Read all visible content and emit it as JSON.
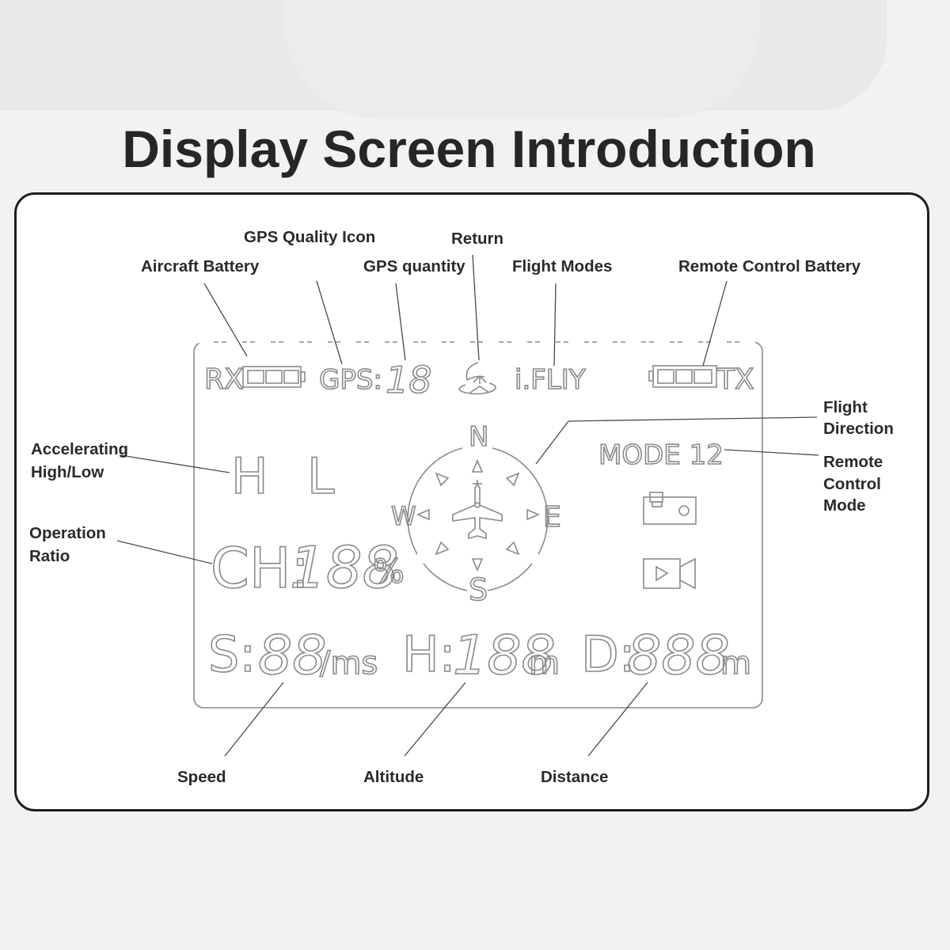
{
  "title": "Display Screen Introduction",
  "labels": {
    "gps_quality_icon": "GPS Quality Icon",
    "return": "Return",
    "aircraft_battery": "Aircraft Battery",
    "gps_quantity": "GPS quantity",
    "flight_modes": "Flight Modes",
    "remote_control_battery": "Remote Control Battery",
    "flight_direction_1": "Flight",
    "flight_direction_2": "Direction",
    "accelerating_1": "Accelerating",
    "accelerating_2": "High/Low",
    "remote_mode_1": "Remote",
    "remote_mode_2": "Control",
    "remote_mode_3": "Mode",
    "operation_1": "Operation",
    "operation_2": "Ratio",
    "speed": "Speed",
    "altitude": "Altitude",
    "distance": "Distance"
  },
  "lcd": {
    "rx": "RX",
    "gps": "GPS:",
    "gps_count": "18",
    "flight_mode": "i.FLIY",
    "tx": "TX",
    "high": "H",
    "low": "L",
    "mode": "MODE 12",
    "ch": "CH:",
    "ch_value": "188",
    "percent": "%",
    "compass_n": "N",
    "compass_s": "S",
    "compass_e": "E",
    "compass_w": "W",
    "speed_prefix": "S:",
    "speed_value": "88",
    "speed_unit": "/ms",
    "height_prefix": "H:",
    "height_value": "188",
    "height_unit": "m",
    "distance_prefix": "D:",
    "distance_value": "888",
    "distance_unit": "m"
  },
  "icons": [
    "battery-icon",
    "return-home-icon",
    "compass-icon",
    "airplane-icon",
    "camera-icon",
    "video-camera-icon"
  ]
}
